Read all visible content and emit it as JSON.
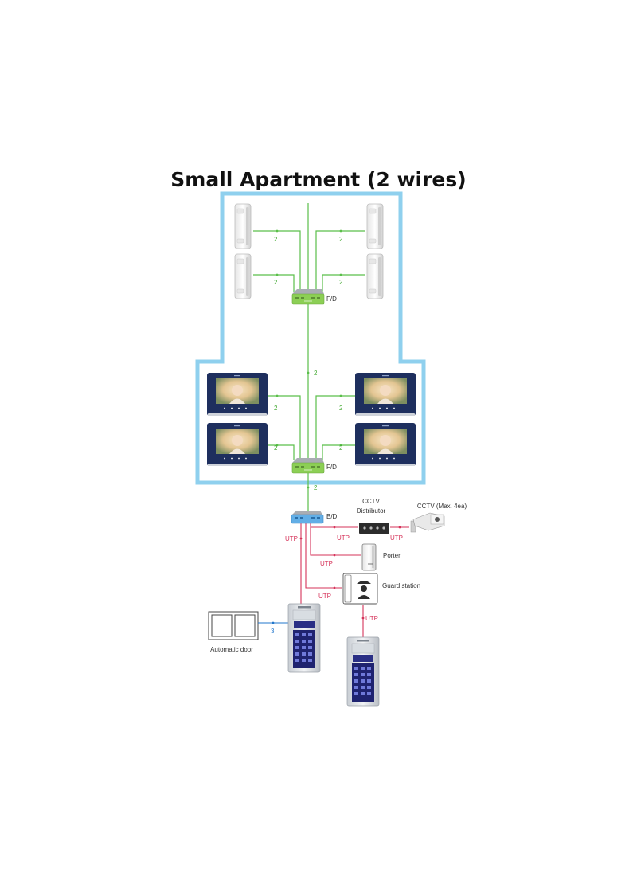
{
  "title": "Small Apartment (2 wires)",
  "labels": {
    "fd_top": "F/D",
    "fd_bottom": "F/D",
    "bd": "B/D",
    "cctv_distributor_line1": "CCTV",
    "cctv_distributor_line2": "Distributor",
    "cctv": "CCTV (Max. 4ea)",
    "porter": "Porter",
    "guard_station": "Guard station",
    "automatic_door": "Automatic door"
  },
  "wire_counts": {
    "two": "2",
    "three": "3"
  },
  "cable_labels": {
    "utp": "UTP"
  },
  "colors": {
    "frame": "#8fd0ee",
    "two_wire": "#5bbf4a",
    "utp": "#d6335a",
    "door_wire": "#2277cc"
  },
  "devices": {
    "handsets": 4,
    "video_monitors": 4,
    "lobby_panels": 2
  }
}
